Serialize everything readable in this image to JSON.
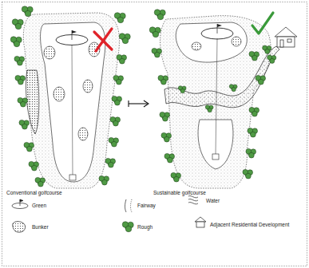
{
  "diagram": {
    "labels": [
      "Conventional golfcourse",
      "Sustainable golfcourse"
    ],
    "legend": [
      {
        "text": "Green"
      },
      {
        "text": "Fairway"
      },
      {
        "text": "Water"
      },
      {
        "text": "Bunker"
      },
      {
        "text": "Rough"
      },
      {
        "text": "Adjacent Residential Development"
      }
    ]
  }
}
